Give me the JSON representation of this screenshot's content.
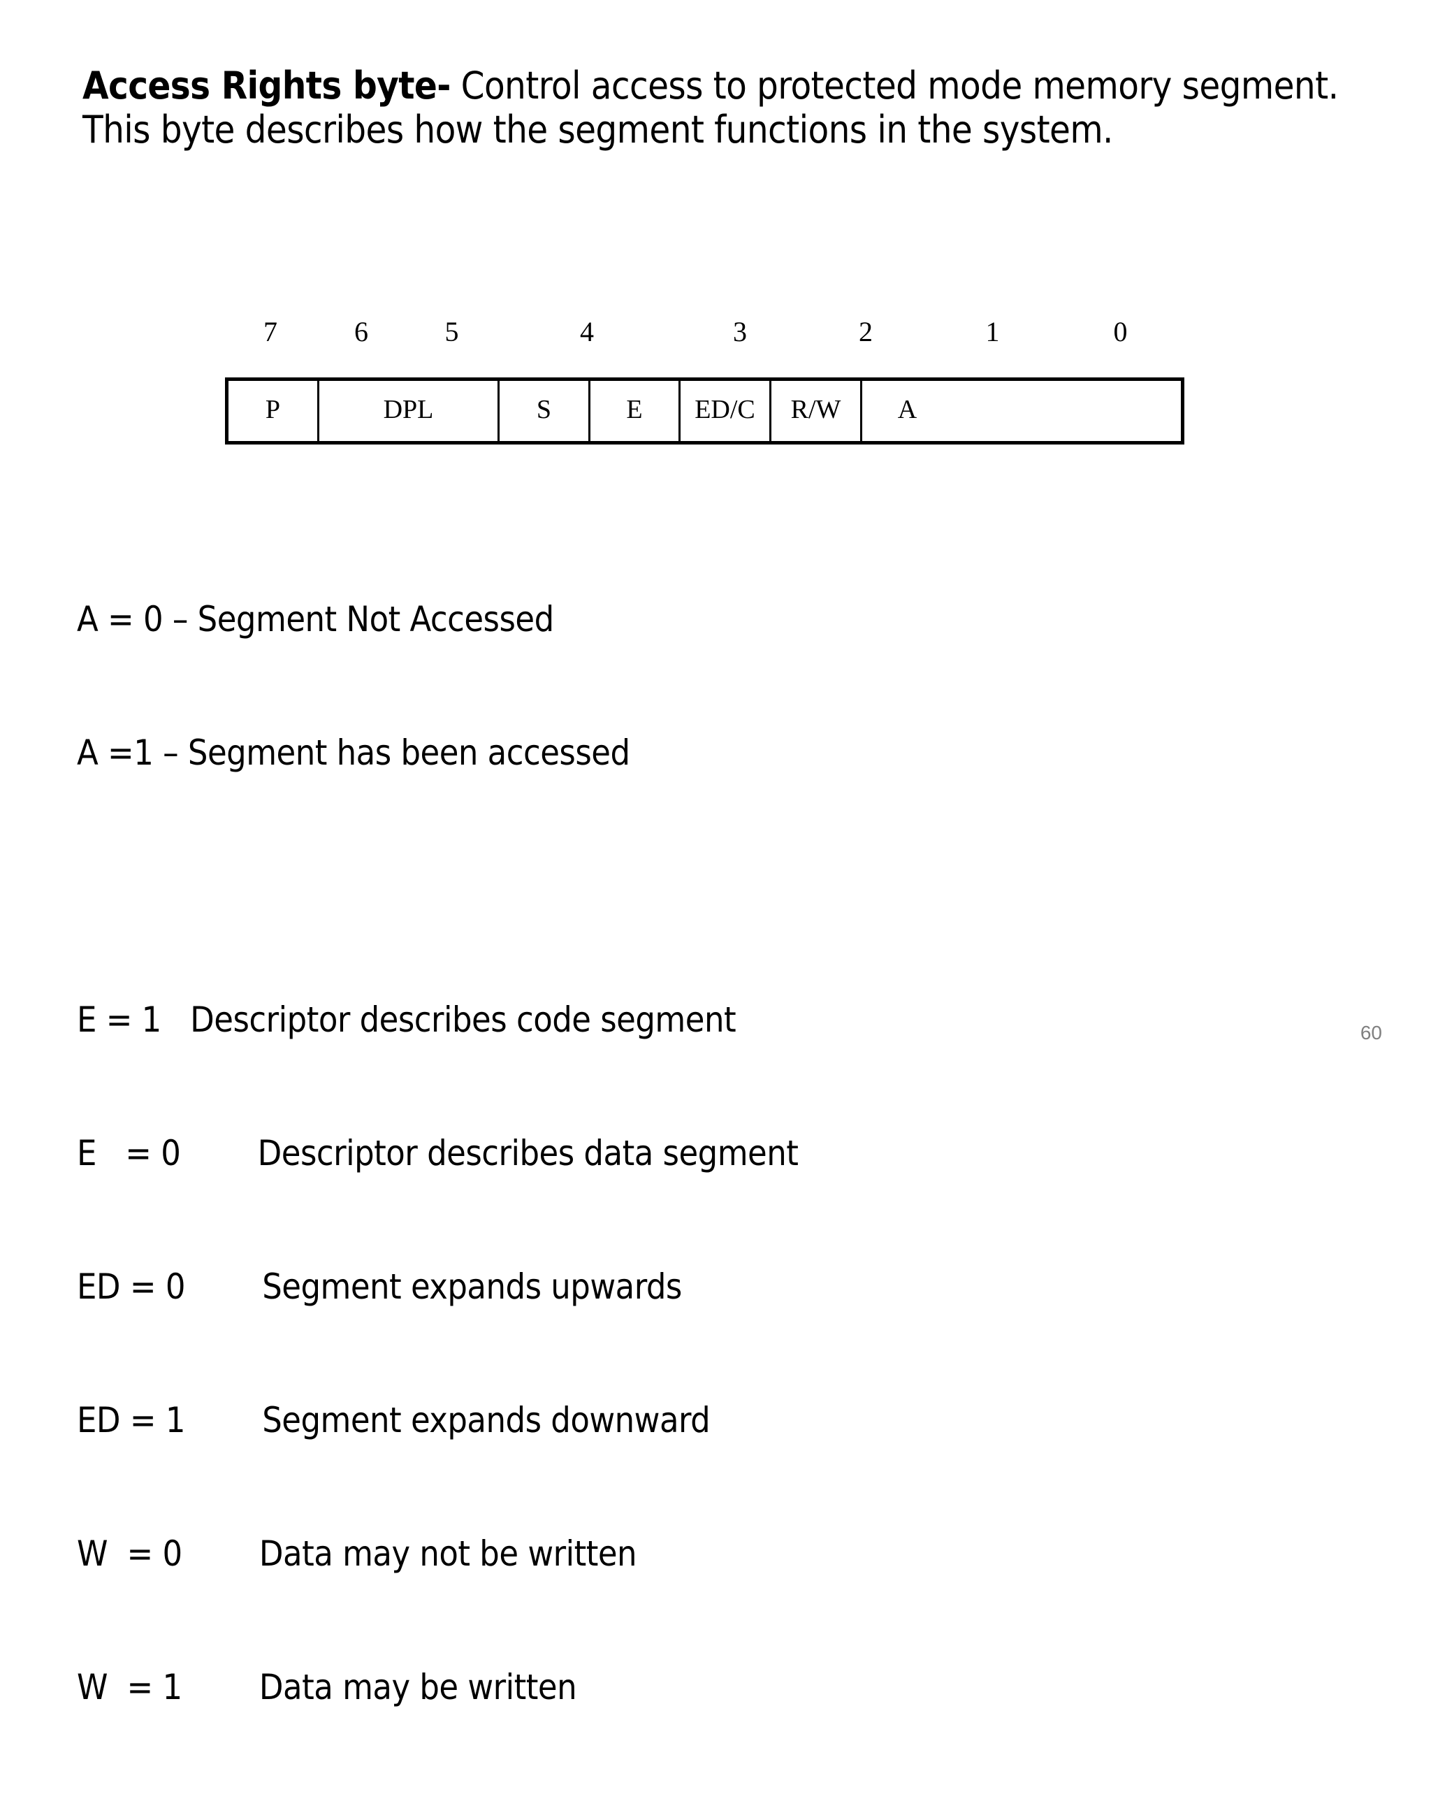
{
  "slide": {
    "page_number": "60",
    "heading": {
      "lead": "Access Rights byte-",
      "rest": " Control access to protected mode memory segment. This byte describes how the segment functions in the system."
    },
    "bitfield": {
      "bit_numbers": [
        "7",
        "6",
        "5",
        "4",
        "3",
        "2",
        "1",
        "0"
      ],
      "cells": [
        {
          "label": "P",
          "bits": 1
        },
        {
          "label": "DPL",
          "bits": 2
        },
        {
          "label": "S",
          "bits": 1
        },
        {
          "label": "E",
          "bits": 1
        },
        {
          "label": "ED/C",
          "bits": 1
        },
        {
          "label": "R/W",
          "bits": 1
        },
        {
          "label": "A",
          "bits": 1
        }
      ]
    },
    "definitions": [
      {
        "label": "A = 0 – Segment Not Accessed",
        "description": ""
      },
      {
        "label": "A =1 – Segment has been accessed",
        "description": ""
      },
      {
        "label": "",
        "description": ""
      },
      {
        "label": "E = 1",
        "description": "   Descriptor describes code segment"
      },
      {
        "label": "E   = 0",
        "description": "        Descriptor describes data segment"
      },
      {
        "label": "ED = 0",
        "description": "        Segment expands upwards"
      },
      {
        "label": "ED = 1",
        "description": "        Segment expands downward"
      },
      {
        "label": "W  = 0",
        "description": "        Data may not be written"
      },
      {
        "label": "W  = 1",
        "description": "        Data may be written"
      }
    ]
  },
  "colors": {
    "background": "#ffffff",
    "text": "#000000",
    "page_number": "#808080",
    "rule": "#000000"
  }
}
